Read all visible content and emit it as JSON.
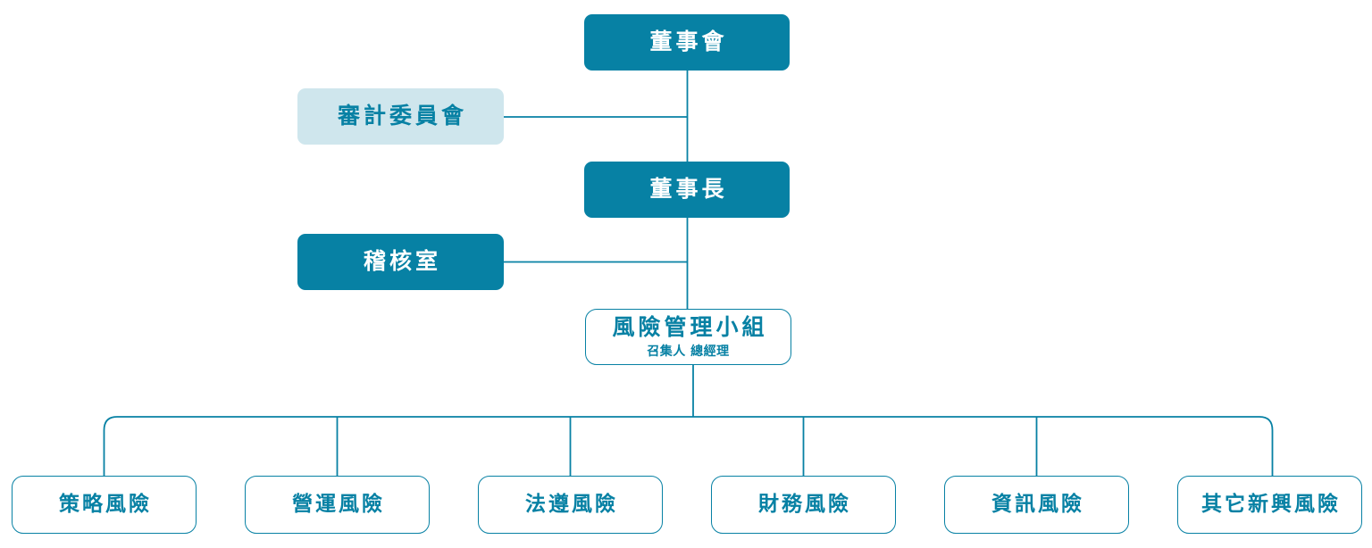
{
  "chart": {
    "type": "org-chart",
    "title": "",
    "accent_color": "#0781A4",
    "tint_color": "#CFE6ED",
    "nodes": {
      "board": {
        "label": "董事會",
        "style": "solid-teal"
      },
      "audit_committee": {
        "label": "審計委員會",
        "style": "light-blue"
      },
      "chairman": {
        "label": "董事長",
        "style": "solid-teal"
      },
      "audit_office": {
        "label": "稽核室",
        "style": "solid-teal"
      },
      "risk_group": {
        "label": "風險管理小組",
        "subtitle": "召集人 總經理",
        "style": "outline"
      }
    },
    "risk_categories": [
      {
        "label": "策略風險"
      },
      {
        "label": "營運風險"
      },
      {
        "label": "法遵風險"
      },
      {
        "label": "財務風險"
      },
      {
        "label": "資訊風險"
      },
      {
        "label": "其它新興風險"
      }
    ]
  }
}
